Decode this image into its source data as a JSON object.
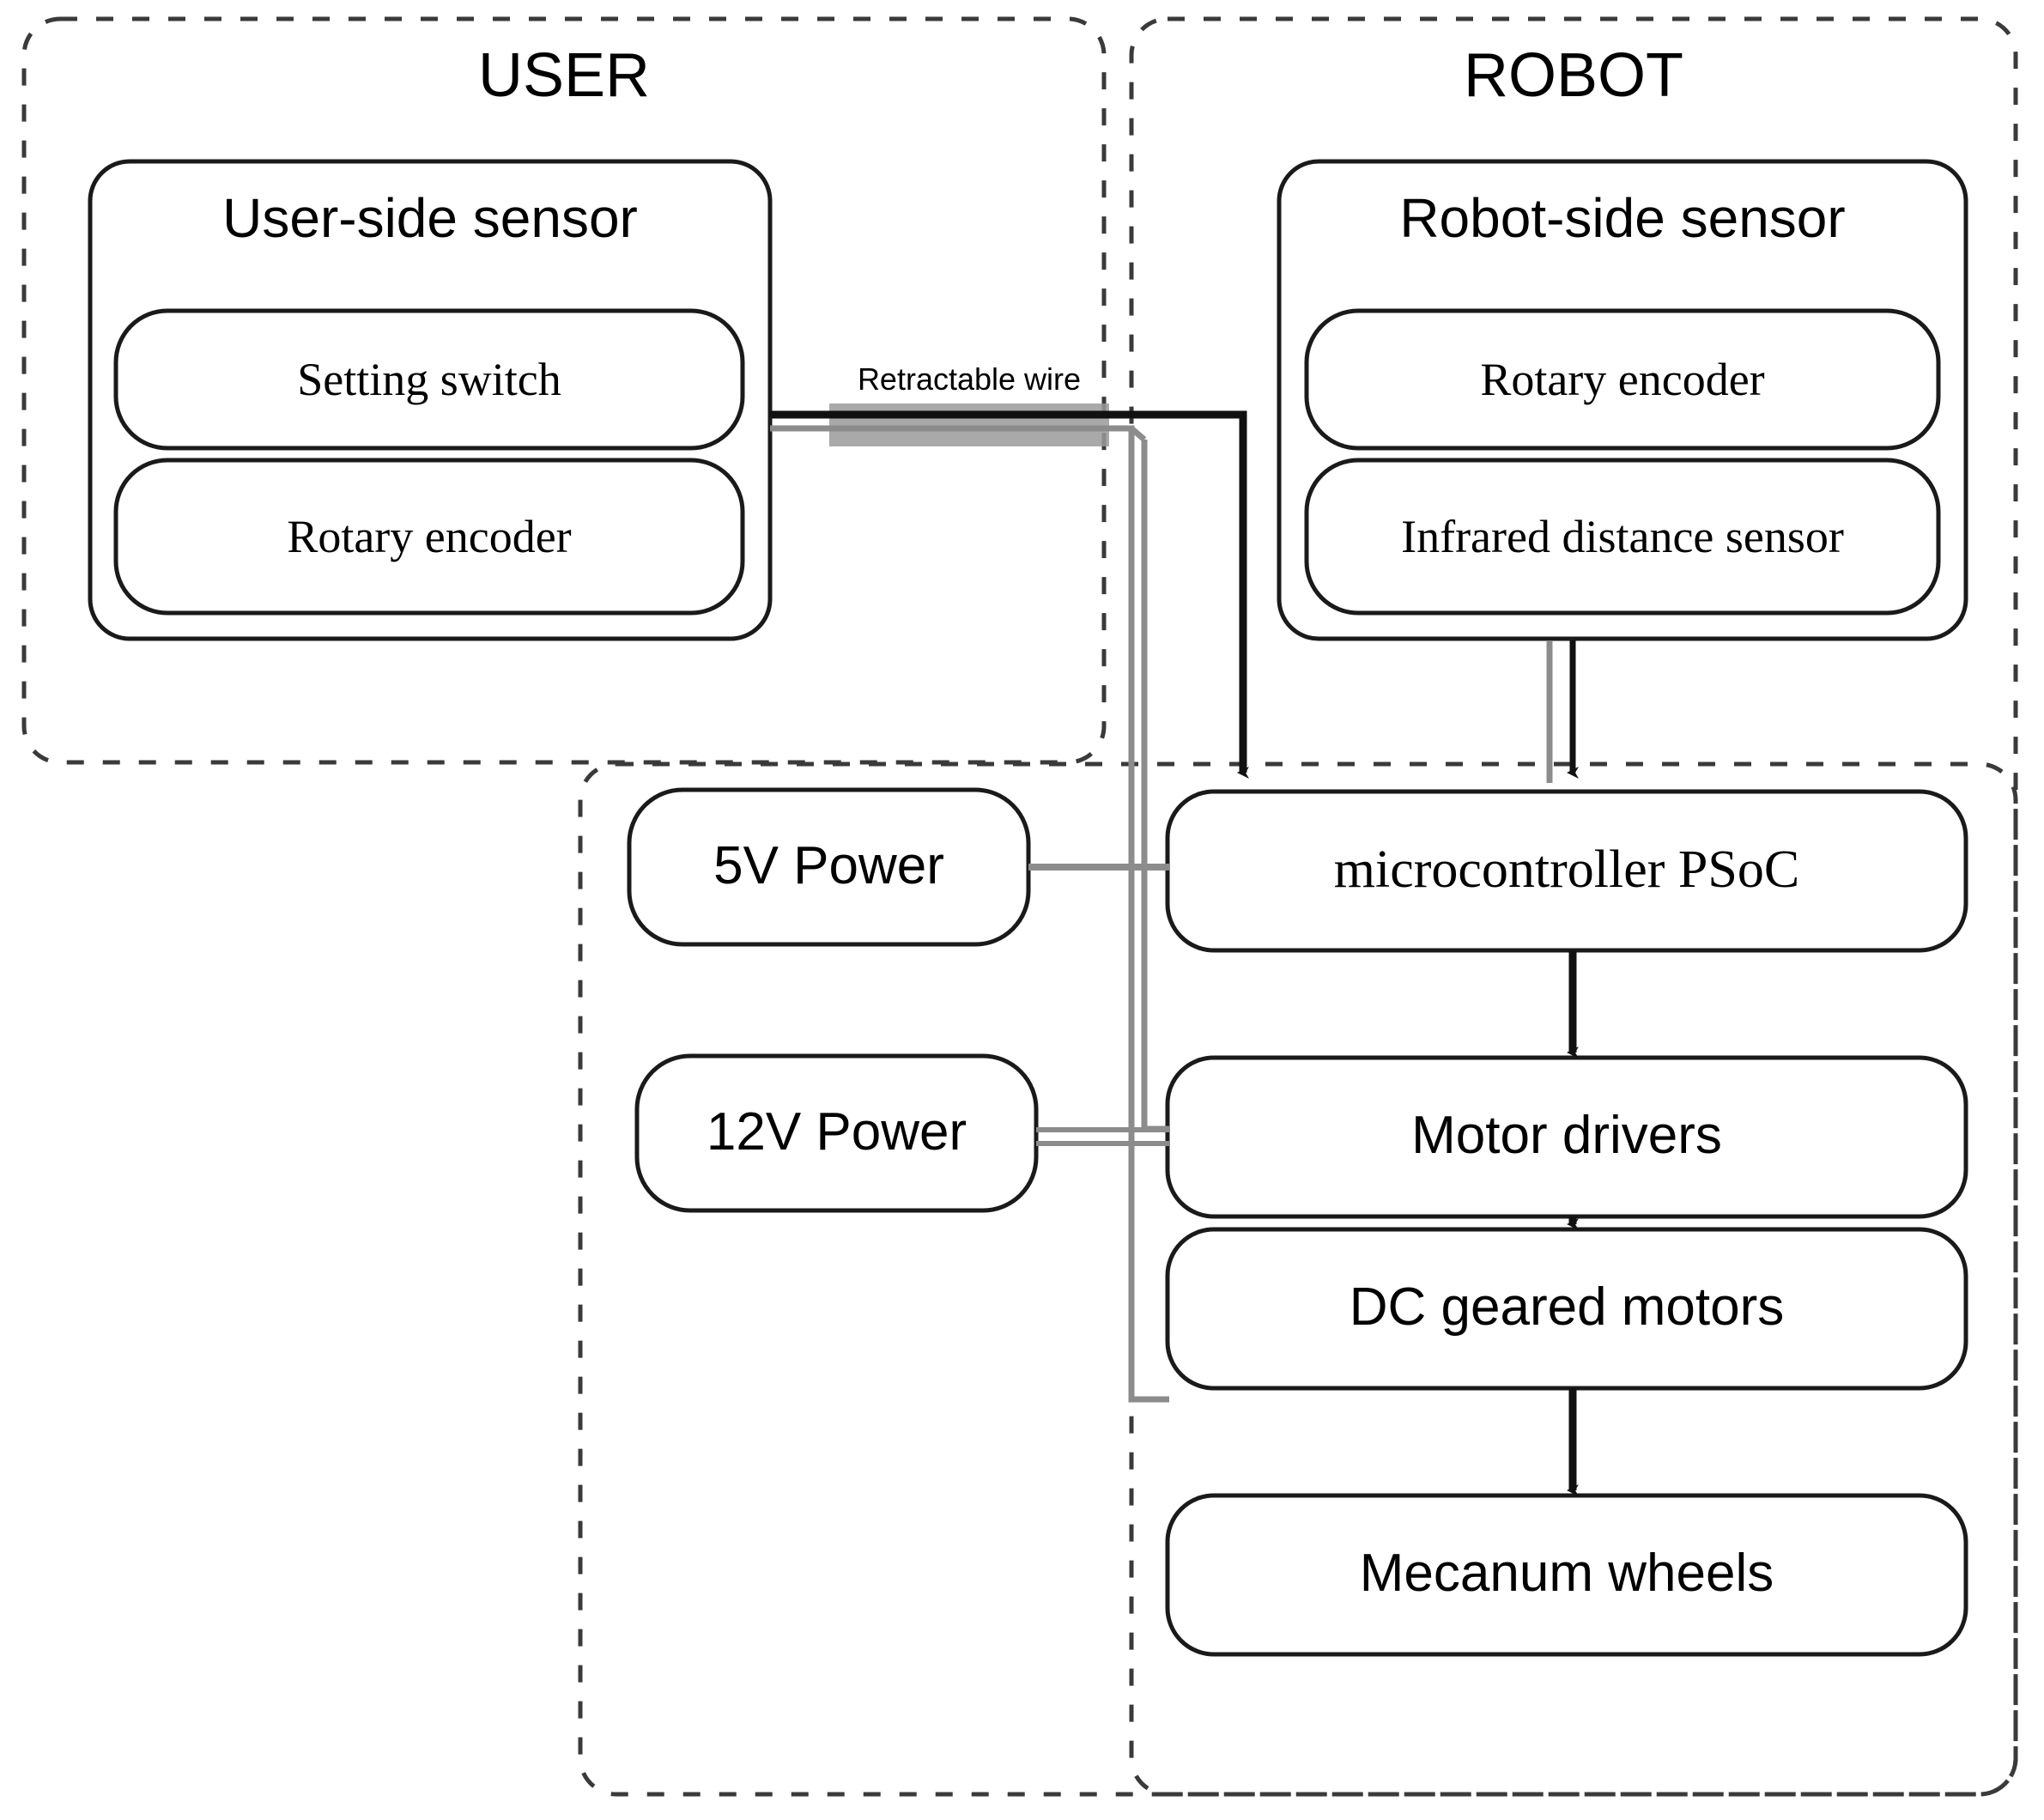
{
  "diagram": {
    "title_user": "USER",
    "title_robot": "ROBOT",
    "wire_label": "Retractable wire",
    "user_sensor": {
      "title": "User-side sensor",
      "items": [
        {
          "label": "Setting switch"
        },
        {
          "label": "Rotary encoder"
        }
      ]
    },
    "robot_sensor": {
      "title": "Robot-side sensor",
      "items": [
        {
          "label": "Rotary encoder"
        },
        {
          "label": "Infrared distance sensor"
        }
      ]
    },
    "power": [
      {
        "label": "5V Power"
      },
      {
        "label": "12V Power"
      }
    ],
    "chain": [
      {
        "label": "microcontroller PSoC"
      },
      {
        "label": "Motor drivers"
      },
      {
        "label": "DC geared motors"
      },
      {
        "label": "Mecanum wheels"
      }
    ],
    "colors": {
      "stroke": "#1a1a1a",
      "gray_wire": "#8c8c8c",
      "wire_band": "#9a9a9a",
      "dashed": "#3a3a3a",
      "background": "#ffffff"
    }
  }
}
